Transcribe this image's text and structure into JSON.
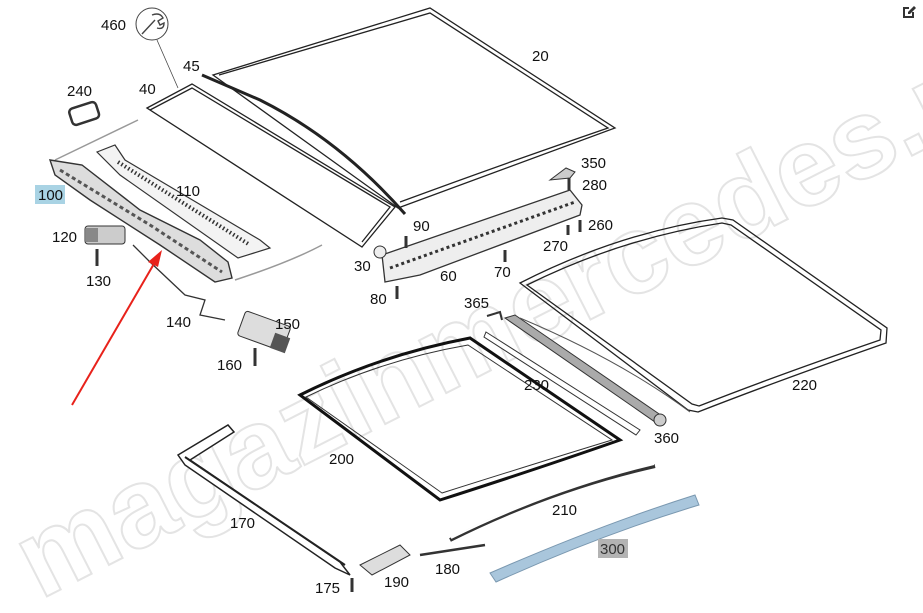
{
  "watermark": "magazinmercedes.ru",
  "colors": {
    "highlight_selected": "#a9d3e4",
    "highlight_alt": "#b3b3b3",
    "arrow": "#e8221b",
    "part_300": "#a9c6dc"
  },
  "toolbar": {
    "edit_icon": "edit-icon"
  },
  "tool_icon": "wrench-icon",
  "callouts": {
    "c460": "460",
    "c45": "45",
    "c40": "40",
    "c240": "240",
    "c20": "20",
    "c110": "110",
    "c100": "100",
    "c120": "120",
    "c130": "130",
    "c350": "350",
    "c280": "280",
    "c90": "90",
    "c260": "260",
    "c270": "270",
    "c30": "30",
    "c60": "60",
    "c70": "70",
    "c80": "80",
    "c365": "365",
    "c140": "140",
    "c150": "150",
    "c160": "160",
    "c230": "230",
    "c220": "220",
    "c360": "360",
    "c200": "200",
    "c210": "210",
    "c170": "170",
    "c300": "300",
    "c180": "180",
    "c175": "175",
    "c190": "190"
  }
}
